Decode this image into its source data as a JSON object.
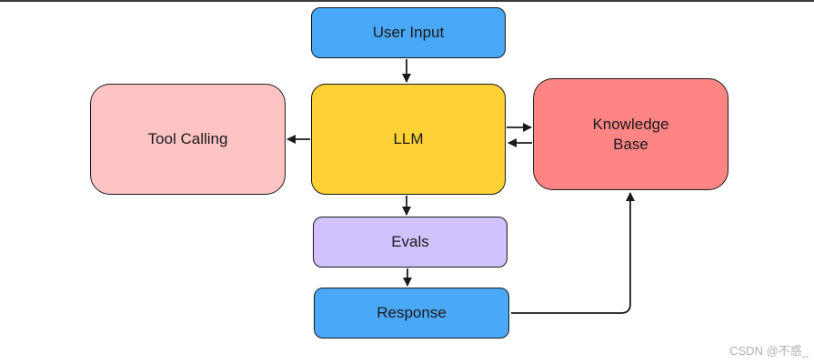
{
  "nodes": {
    "user_input": "User Input",
    "llm": "LLM",
    "tool_calling": "Tool Calling",
    "knowledge_base": "Knowledge\nBase",
    "evals": "Evals",
    "response": "Response"
  },
  "edges": [
    {
      "from": "User Input",
      "to": "LLM"
    },
    {
      "from": "LLM",
      "to": "Tool Calling"
    },
    {
      "from": "LLM",
      "to": "Knowledge Base"
    },
    {
      "from": "Knowledge Base",
      "to": "LLM"
    },
    {
      "from": "LLM",
      "to": "Evals"
    },
    {
      "from": "Evals",
      "to": "Response"
    },
    {
      "from": "Response",
      "to": "Knowledge Base"
    }
  ],
  "watermark": "CSDN @不惑_",
  "colors": {
    "user_input": "#4aa8f8",
    "llm": "#fed235",
    "tool_calling": "#fec4c4",
    "knowledge_base": "#ff8585",
    "evals": "#d0c2fd",
    "response": "#4aa8f8",
    "edge": "#1a1a1a"
  }
}
